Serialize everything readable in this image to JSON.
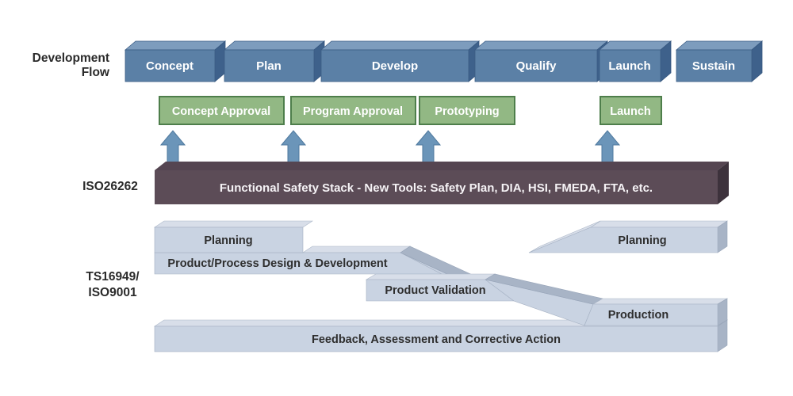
{
  "colors": {
    "stage_front": "#5b80a6",
    "stage_top": "#7d9cbd",
    "stage_side": "#3e618b",
    "milestone_fill": "#92b884",
    "milestone_border": "#4e7e4b",
    "arrow_fill": "#6b95b9",
    "safety_front": "#5c4c57",
    "safety_top": "#554551",
    "safety_side": "#3d323c",
    "quality_front": "#c9d3e2",
    "quality_top": "#d8dee9",
    "quality_ramp": "#a8b4c6",
    "text_dark": "#2e2e2e",
    "text_light": "#ffffff"
  },
  "labels": {
    "development_flow": [
      "Development",
      "Flow"
    ],
    "iso26262": "ISO26262",
    "ts16949": [
      "TS16949/",
      "ISO9001"
    ]
  },
  "stages": [
    {
      "label": "Concept"
    },
    {
      "label": "Plan"
    },
    {
      "label": "Develop"
    },
    {
      "label": "Qualify"
    },
    {
      "label": "Launch"
    },
    {
      "label": "Sustain"
    }
  ],
  "milestones": [
    {
      "label": "Concept Approval"
    },
    {
      "label": "Program Approval"
    },
    {
      "label": "Prototyping"
    },
    {
      "label": "Launch"
    }
  ],
  "safety_bar": {
    "label": "Functional Safety Stack - New Tools: Safety Plan, DIA, HSI, FMEDA, FTA, etc."
  },
  "quality_bars": {
    "planning_left": "Planning",
    "design": "Product/Process Design & Development",
    "validation": "Product Validation",
    "planning_right": "Planning",
    "production": "Production",
    "feedback": "Feedback, Assessment and Corrective Action"
  }
}
